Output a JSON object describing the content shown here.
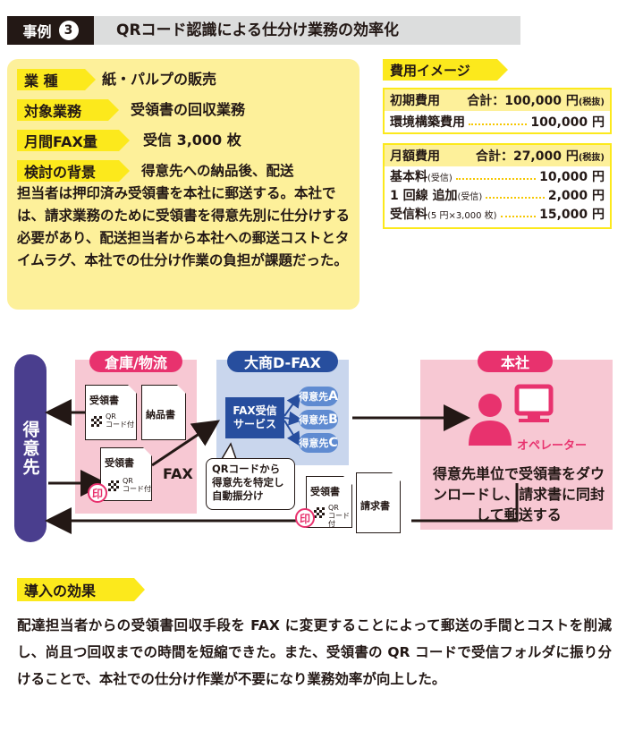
{
  "header": {
    "case_label": "事例",
    "case_number": "3",
    "title": "QRコード認識による仕分け業務の効率化"
  },
  "info": {
    "industry_label": "業 種",
    "industry_value": "紙・パルプの販売",
    "target_label": "対象業務",
    "target_value": "受領書の回収業務",
    "fax_label": "月間FAX量",
    "fax_value": "受信 3,000 枚",
    "background_label": "検討の背景",
    "background_first": "得意先への納品後、配送",
    "background_rest": "担当者は押印済み受領書を本社に郵送する。本社では、請求業務のために受領書を得意先別に仕分けする必要があり、配送担当者から本社への郵送コストとタイムラグ、本社での仕分け作業の負担が課題だった。"
  },
  "cost": {
    "title": "費用イメージ",
    "initial": {
      "label": "初期費用",
      "total_prefix": "合計：",
      "total": "100,000 円",
      "tax": "(税抜)",
      "rows": [
        {
          "name": "環境構築費用",
          "note": "",
          "amount": "100,000 円"
        }
      ]
    },
    "monthly": {
      "label": "月額費用",
      "total_prefix": "合計：",
      "total": "27,000 円",
      "tax": "(税抜)",
      "rows": [
        {
          "name": "基本料",
          "note": "(受信)",
          "amount": "10,000 円"
        },
        {
          "name": "1 回線 追加",
          "note": "(受信)",
          "amount": "2,000 円"
        },
        {
          "name": "受信料",
          "note": "(5 円×3,000 枚)",
          "amount": "15,000 円"
        }
      ]
    }
  },
  "diagram": {
    "customer": "得意先",
    "warehouse": "倉庫/物流",
    "dfax": "大商D-FAX",
    "hq": "本社",
    "receipt": "受領書",
    "delivery_note": "納品書",
    "invoice": "請求書",
    "qr_mark": "QR",
    "qr_tag": "コード付",
    "stamp": "印",
    "fax_service_line1": "FAX受信",
    "fax_service_line2": "サービス",
    "dest_prefix": "得意先",
    "dest_a": "A",
    "dest_b": "B",
    "dest_c": "C",
    "fax": "FAX",
    "callout": "QRコードから得意先を特定し自動振分け",
    "operator": "オペレーター",
    "hq_text": "得意先単位で受領書をダウンロードし、請求書に同封して郵送する",
    "colors": {
      "pink": "#e8326e",
      "blue": "#274e9e",
      "purple": "#4a3e8e",
      "yellow": "#fce91c"
    }
  },
  "effect": {
    "label": "導入の効果",
    "body": "配達担当者からの受領書回収手段を FAX に変更することによって郵送の手間とコストを削減し、尚且つ回収までの時間を短縮できた。また、受領書の QR コードで受信フォルダに振り分けることで、本社での仕分け作業が不要になり業務効率が向上した。"
  }
}
